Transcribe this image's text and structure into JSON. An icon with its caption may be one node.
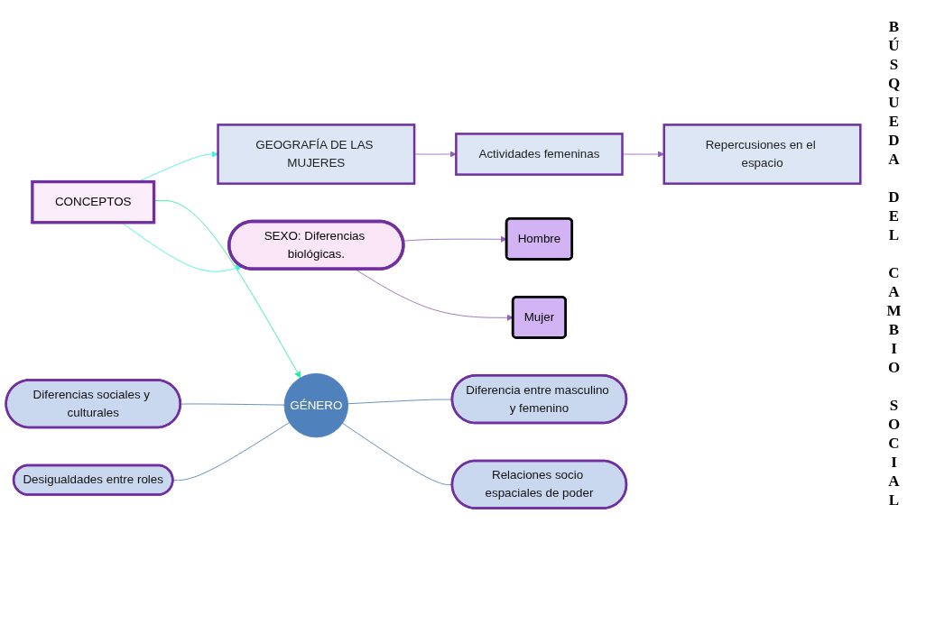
{
  "diagram": {
    "nodes": [
      {
        "text": [
          "GEOGRAFÍA DE LAS MUJERES"
        ]
      },
      {
        "text": [
          "Actividades femeninas"
        ]
      },
      {
        "text": [
          "Repercusiones en el espacio"
        ]
      },
      {
        "text": [
          "CONCEPTOS"
        ]
      },
      {
        "text": [
          "Diferencias sociales y culturales"
        ]
      },
      {
        "text": [
          "Desigualdades entre roles"
        ]
      },
      {
        "text": [
          "GÉNERO"
        ]
      },
      {
        "text": [
          "Diferencia entre masculino y femenino"
        ]
      },
      {
        "text": [
          "SEXO: Diferencias biológicas."
        ]
      },
      {
        "text": [
          "Hombre"
        ]
      },
      {
        "text": [
          "Relaciones socio espaciales de poder"
        ]
      },
      {
        "text": [
          "Mujer"
        ]
      }
    ],
    "edges": [
      {
        "from": 0,
        "to": 1,
        "arrow": "to",
        "color": "#9060b8"
      },
      {
        "from": 1,
        "to": 2,
        "arrow": "to",
        "color": "#9060b8"
      },
      {
        "from": 3,
        "to": 0,
        "arrow": "to",
        "color": "#40f0e0"
      },
      {
        "from": 3,
        "to": 6,
        "arrow": "to",
        "color": "#22ee99"
      },
      {
        "from": 3,
        "to": 8,
        "arrow": "to",
        "color": "#40f0e0"
      },
      {
        "from": 4,
        "to": 6,
        "arrow": "none"
      },
      {
        "from": 5,
        "to": 6,
        "arrow": "none"
      },
      {
        "from": 6,
        "to": 7,
        "arrow": "none"
      },
      {
        "from": 6,
        "to": 10,
        "arrow": "none"
      },
      {
        "from": 8,
        "to": 9,
        "arrow": "to",
        "color": "#9060b8"
      },
      {
        "from": 8,
        "to": 11,
        "arrow": "to",
        "color": "#9060b8"
      }
    ],
    "labels": [
      "BÚSQUEDA DEL CAMBIO SOCIAL"
    ]
  }
}
